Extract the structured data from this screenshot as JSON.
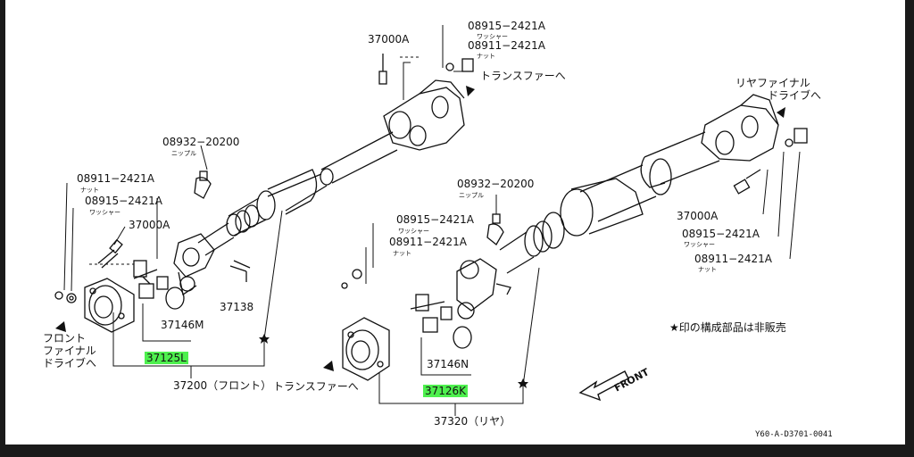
{
  "callouts": {
    "bolt_front": "37000A",
    "washer_top": "08915−2421A",
    "washer_top_kana": "ワッシャー",
    "nut_top": "08911−2421A",
    "nut_top_kana": "ナット",
    "nipple_front": "08932−20200",
    "nipple_front_kana": "ニップル",
    "nut_front": "08911−2421A",
    "nut_front_kana": "ナット",
    "washer_front": "08915−2421A",
    "washer_front_kana": "ワッシャー",
    "bolt_front2": "37000A",
    "nipple_rear": "08932−20200",
    "nipple_rear_kana": "ニップル",
    "washer_rear": "08915−2421A",
    "washer_rear_kana": "ワッシャー",
    "nut_rear": "08911−2421A",
    "nut_rear_kana": "ナット",
    "bolt_rear_right": "37000A",
    "washer_rear_right": "08915−2421A",
    "washer_rear_right_kana": "ワッシャー",
    "nut_rear_right": "08911−2421A",
    "nut_rear_right_kana": "ナット",
    "part_37138": "37138",
    "part_37146M": "37146M",
    "part_37125L": "37125L",
    "part_37146N": "37146N",
    "part_37126K": "37126K",
    "assy_front": "37200（フロント）",
    "assy_rear": "37320（リヤ）"
  },
  "destinations": {
    "to_transfer_top": "トランスファーへ",
    "to_transfer_bottom": "トランスファーへ",
    "to_front_final_1": "フロント",
    "to_front_final_2": "ファイナル",
    "to_front_final_3": "ドライブへ",
    "to_rear_final_1": "リヤファイナル",
    "to_rear_final_2": "ドライブへ"
  },
  "note": "★印の構成部品は非販売",
  "front_label": "FRONT",
  "reference": "Y60-A-D3701-0041",
  "colors": {
    "highlight": "#4ef04e",
    "line": "#111111"
  }
}
